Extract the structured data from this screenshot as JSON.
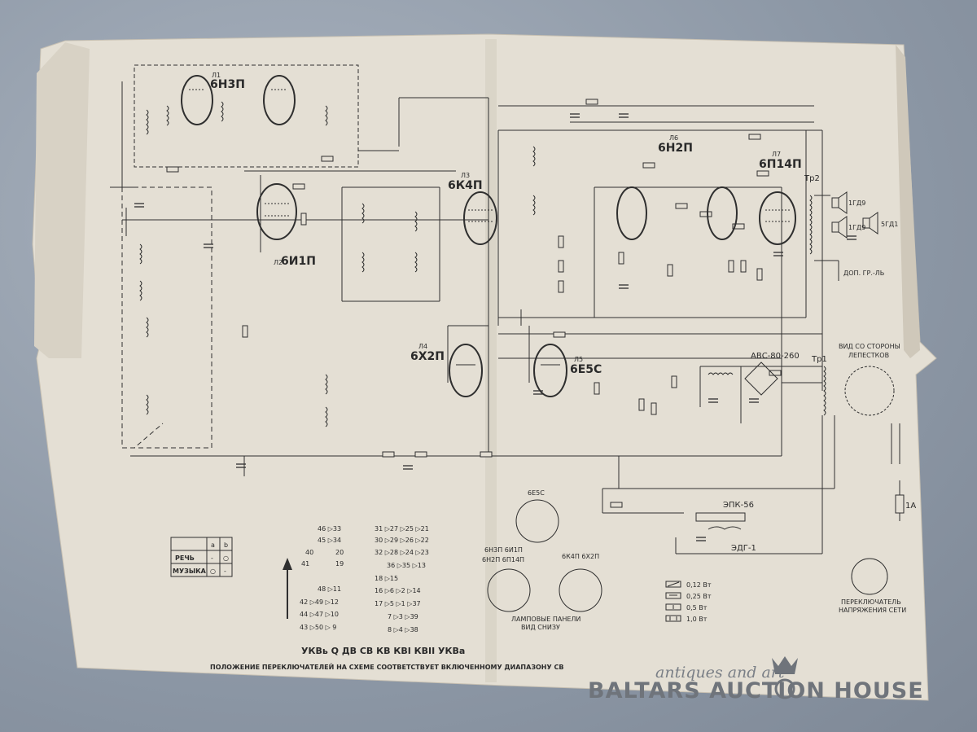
{
  "tubes": {
    "l1": {
      "designation": "Л1",
      "type": "6Н3П"
    },
    "l2": {
      "designation": "Л2",
      "type": "6И1П"
    },
    "l3": {
      "designation": "Л3",
      "type": "6К4П"
    },
    "l4": {
      "designation": "Л4",
      "type": "6Х2П"
    },
    "l5": {
      "designation": "Л5",
      "type": "6Е5С"
    },
    "l6": {
      "designation": "Л6",
      "type": "6Н2П"
    },
    "l7": {
      "designation": "Л7",
      "type": "6П14П"
    }
  },
  "labels": {
    "rectifier": "АВС-80-260",
    "transformer": "Тр1",
    "output_transformer": "Тр2",
    "speaker1": "1ГД9",
    "speaker2": "1ГД9",
    "speaker3": "5ГД1",
    "ext_speaker": "ДОП. ГР.-ЛЬ",
    "petal_view_1": "ВИД СО СТОРОНЫ",
    "petal_view_2": "ЛЕПЕСТКОВ",
    "pickup": "ЭПК-56",
    "motor": "ЭДГ-1",
    "fuse": "1А",
    "voltage_switch_1": "ПЕРЕКЛЮЧАТЕЛЬ",
    "voltage_switch_2": "НАПРЯЖЕНИЯ СЕТИ",
    "tube_panels_1": "ЛАМПОВЫЕ ПАНЕЛИ",
    "tube_panels_2": "ВИД СНИЗУ",
    "panel_6e5c": "6Е5С",
    "panel_left_a": "6Н3П 6И1П",
    "panel_left_b": "6Н2П 6П14П",
    "panel_right": "6К4П 6Х2П",
    "bands": "УКВь  Q  ДВ  СВ  КВ  КВI  КВII  УКВа",
    "caption": "ПОЛОЖЕНИЕ ПЕРЕКЛЮЧАТЕЛЕЙ НА СХЕМЕ СООТВЕТСТВУЕТ ВКЛЮЧЕННОМУ ДИАПАЗОНУ СВ"
  },
  "tone_table": {
    "headers": [
      "",
      "a",
      "b"
    ],
    "rows": [
      {
        "label": "РЕЧЬ",
        "a": "-",
        "b": "○"
      },
      {
        "label": "МУЗЫКА",
        "a": "○",
        "b": "-"
      }
    ]
  },
  "resistor_legend": [
    "0,12 Вт",
    "0,25 Вт",
    "0,5 Вт",
    "1,0 Вт"
  ],
  "switch_columns": [
    [
      "46 ▷33",
      "45 ▷34",
      "40",
      "41"
    ],
    [
      "20",
      "19",
      "48 ▷11",
      "42 ▷49 ▷12",
      "44 ▷47 ▷10",
      "43 ▷50 ▷ 9"
    ],
    [
      "31 ▷27 ▷25 ▷21",
      "30 ▷29 ▷26 ▷22",
      "32 ▷28 ▷24 ▷23",
      "36 ▷35 ▷13"
    ],
    [
      "18  ▷15",
      "16 ▷6  ▷2  ▷14",
      "17 ▷5  ▷1  ▷37",
      "7  ▷3  ▷39",
      "8  ▷4  ▷38"
    ]
  ],
  "watermark": {
    "line1": "antiques and art",
    "line2": "BALTARS AUCTION HOUSE"
  }
}
